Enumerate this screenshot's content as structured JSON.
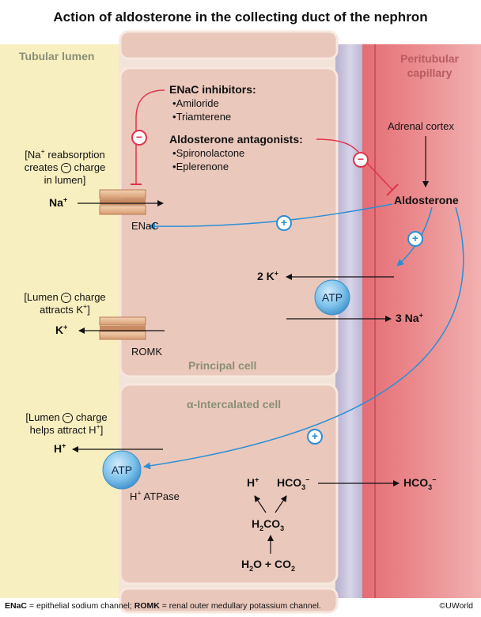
{
  "title": "Action of aldosterone in the collecting duct of the nephron",
  "regions": {
    "lumen": "Tubular lumen",
    "capillary_1": "Peritubular",
    "capillary_2": "capillary"
  },
  "cells": {
    "principal": "Principal cell",
    "intercalated": "α-Intercalated cell"
  },
  "enac_inhibitors": {
    "heading": "ENaC inhibitors:",
    "items": [
      "Amiloride",
      "Triamterene"
    ]
  },
  "aldo_antagonists": {
    "heading": "Aldosterone antagonists:",
    "items": [
      "Spironolactone",
      "Eplerenone"
    ]
  },
  "notes": {
    "na_line1": "[Na",
    "na_line1b": " reabsorption",
    "na_line2a": "creates ",
    "na_line2b": " charge",
    "na_line3": "in lumen]",
    "k_line1a": "[Lumen ",
    "k_line1b": " charge",
    "k_line2": "attracts K",
    "h_line1a": "[Lumen ",
    "h_line1b": " charge",
    "h_line2": "helps attract H"
  },
  "ions": {
    "na_base": "Na",
    "na_plus": "+",
    "k_base": "K",
    "k_plus": "+",
    "two_k": "2 K",
    "three_na": "3 Na",
    "h_base": "H",
    "h_plus": "+",
    "hco3": "HCO",
    "hco3_sub": "3",
    "hco3_sup": "−",
    "h2co3_a": "H",
    "h2co3_2": "2",
    "h2co3_b": "CO",
    "h2co3_3": "3",
    "water_a": "H",
    "water_2": "2",
    "water_b": "O + CO",
    "co2_2": "2"
  },
  "labels": {
    "enac": "ENaC",
    "romk": "ROMK",
    "adrenal": "Adrenal cortex",
    "aldosterone": "Aldosterone",
    "atp": "ATP",
    "h_atpase_base": "H",
    "h_atpase_plus": "+",
    "h_atpase_rest": " ATPase",
    "plus": "+",
    "minus": "−"
  },
  "footer": {
    "enac_abbr": "ENaC",
    "enac_def": " = epithelial sodium channel; ",
    "romk_abbr": "ROMK",
    "romk_def": " = renal outer medullary potassium channel."
  },
  "copyright": "©UWorld",
  "colors": {
    "lumen_bg": "#f8efc0",
    "cell_fill": "#ecc9bd",
    "cell_border": "#e0b6aa",
    "interstitium": "#c8c4dc",
    "capillary": "#e9868b",
    "stimulate": "#2a8fd6",
    "inhibit": "#e0344c",
    "atp": "#5aa8dc"
  }
}
